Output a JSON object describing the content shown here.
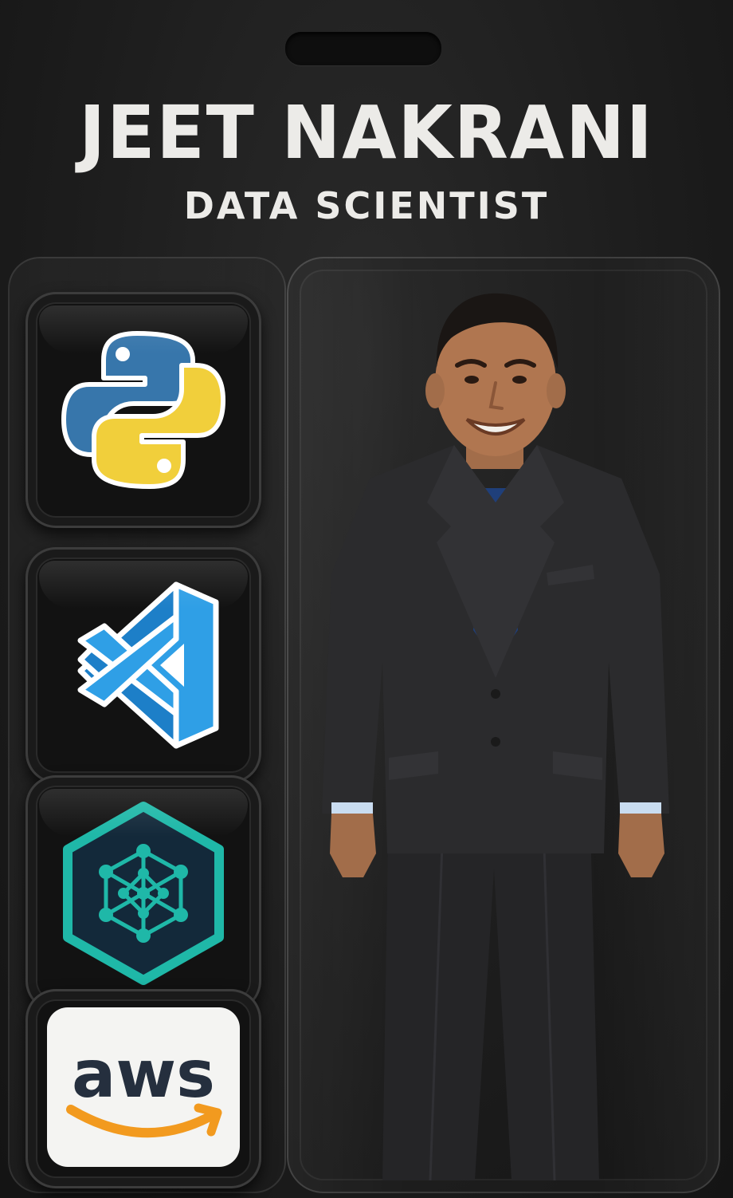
{
  "card": {
    "name": "JEET NAKRANI",
    "role": "DATA SCIENTIST"
  },
  "accessories": [
    {
      "icon": "python-logo-icon"
    },
    {
      "icon": "vscode-logo-icon"
    },
    {
      "icon": "neural-network-hexagon-icon"
    },
    {
      "icon": "aws-logo-icon",
      "label": "aws"
    }
  ],
  "colors": {
    "background": "#1c1c1c",
    "text": "#ecebe8",
    "python_blue": "#3776ab",
    "python_yellow": "#f1cf3b",
    "vscode_blue": "#2f9fe6",
    "hex_teal": "#1fb8a8",
    "aws_orange": "#f29a1f",
    "aws_text": "#252f3e",
    "suit": "#2b2b2d",
    "shirt": "#c9dcf0",
    "tie": "#1f3f7a"
  }
}
